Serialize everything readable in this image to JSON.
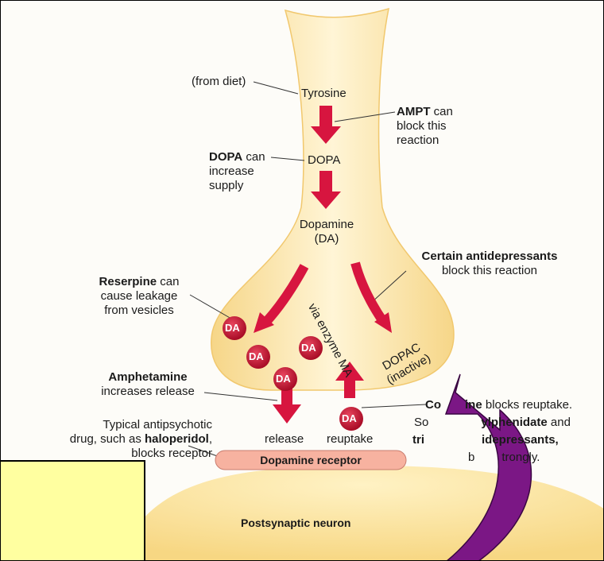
{
  "labels": {
    "from_diet": "(from diet)",
    "tyrosine": "Tyrosine",
    "ampt_bold": "AMPT",
    "ampt_rest": " can",
    "ampt_line2": "block this",
    "ampt_line3": "reaction",
    "dopa_bold": "DOPA",
    "dopa_rest": " can",
    "dopa_line2": "increase",
    "dopa_line3": "supply",
    "dopa": "DOPA",
    "dopamine": "Dopamine",
    "dopamine_abbr": "(DA)",
    "antidep_bold": "Certain antidepressants",
    "antidep_line2": "block this reaction",
    "reserpine_bold": "Reserpine",
    "reserpine_rest": " can",
    "reserpine_line2": "cause leakage",
    "reserpine_line3": "from vesicles",
    "via_enzyme": "via enzyme MA",
    "dopac": "DOPAC",
    "dopac_inactive": "(inactive)",
    "amph_bold": "Amphetamine",
    "amph_line2": "increases release",
    "cocaine_bold": "Co",
    "cocaine_bold2": "ine",
    "cocaine_rest": " blocks reuptake.",
    "meth_prefix": "So",
    "meth_bold": "ylphenidate",
    "meth_rest": " and",
    "tri_bold": "tri",
    "tri_bold2": "idepressants,",
    "strongly_prefix": "b",
    "strongly_rest": "trongly.",
    "antipsych_line1": "Typical antipsychotic",
    "antipsych_line2_prefix": "drug, such as ",
    "antipsych_bold": "haloperidol",
    "antipsych_line2_suffix": ",",
    "antipsych_line3": "blocks receptor",
    "release": "release",
    "reuptake": "reuptake",
    "receptor": "Dopamine receptor",
    "postsynaptic": "Postsynaptic neuron",
    "da": "DA"
  },
  "colors": {
    "neuron_fill": "#fbe3a5",
    "neuron_light": "#fff6d8",
    "arrow_red": "#d7153f",
    "vesicle": "#c8102e",
    "curved_arrow": "#7b1785",
    "note_fill": "#ffffa0",
    "receptor_fill": "#f7b2a0"
  }
}
